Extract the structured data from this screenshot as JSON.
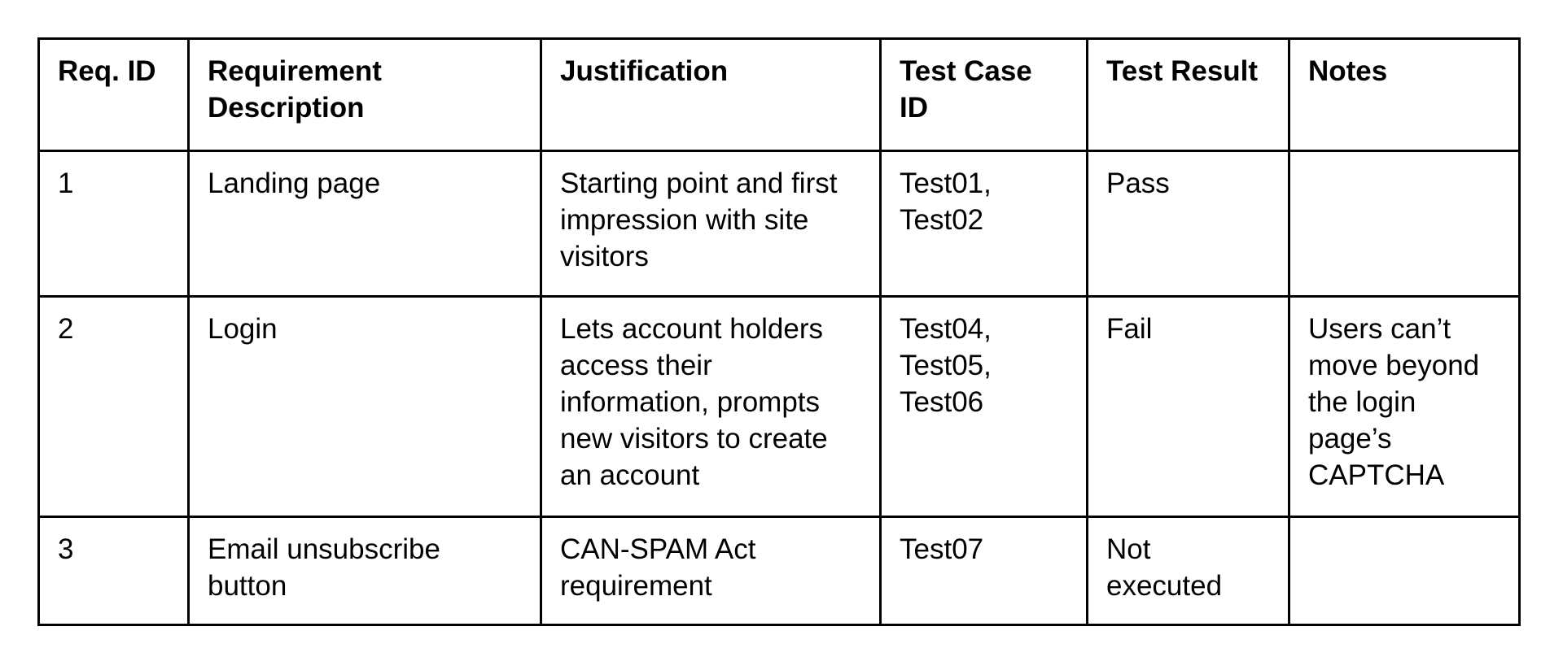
{
  "page": {
    "background_color": "#ffffff",
    "border_color": "#000000",
    "text_color": "#000000"
  },
  "table": {
    "title_semantic": "requirements-traceability-matrix",
    "headers": {
      "req_id": "Req. ID",
      "description": "Requirement Description",
      "justification": "Justification",
      "test_case_id": "Test Case ID",
      "test_result": "Test Result",
      "notes": "Notes"
    },
    "rows": [
      {
        "req_id": "1",
        "description": "Landing page",
        "justification": "Starting point and first impression with site visitors",
        "test_case_id": "Test01, Test02",
        "test_result": "Pass",
        "notes": ""
      },
      {
        "req_id": "2",
        "description": "Login",
        "justification": "Lets account holders access their information, prompts new visitors to create an account",
        "test_case_id": "Test04, Test05, Test06",
        "test_result": "Fail",
        "notes": "Users can’t move beyond the login page’s CAPTCHA"
      },
      {
        "req_id": "3",
        "description": "Email unsubscribe button",
        "justification": "CAN-SPAM Act requirement",
        "test_case_id": "Test07",
        "test_result": "Not executed",
        "notes": ""
      }
    ]
  }
}
